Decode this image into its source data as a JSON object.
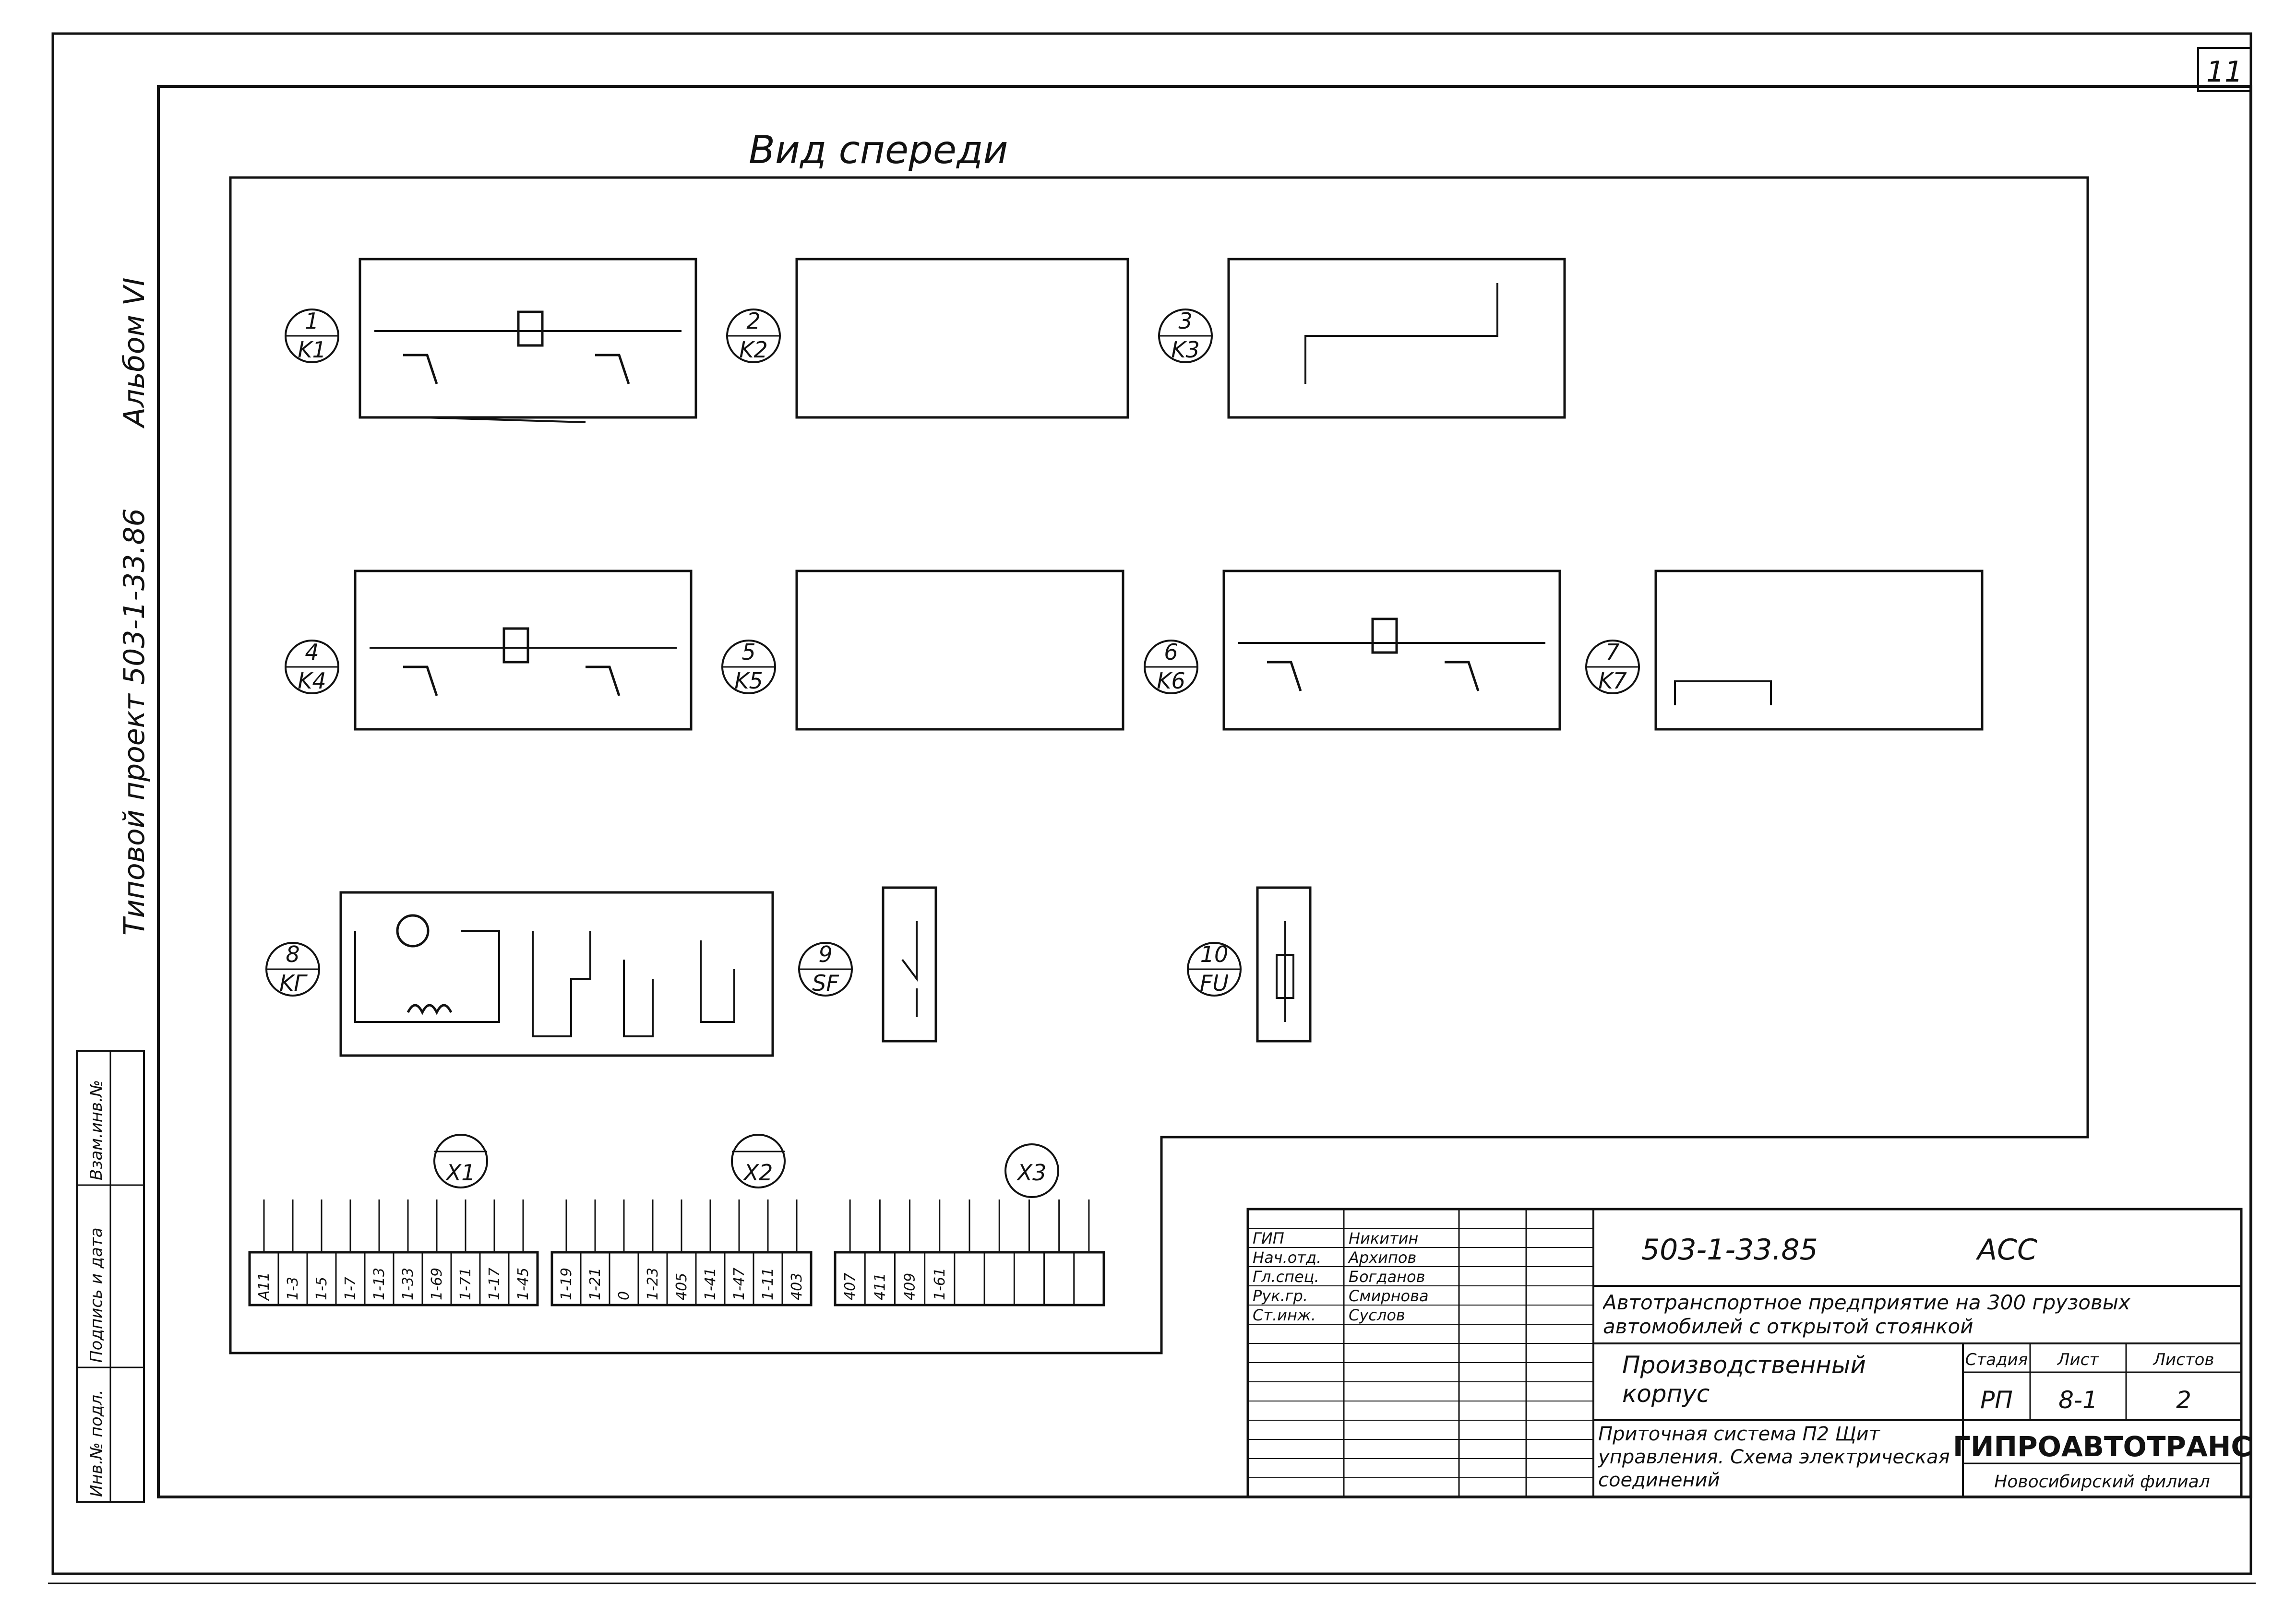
{
  "sheet_number": "11",
  "view_title": "Вид спереди",
  "side_text": {
    "project": "Типовой проект 503-1-33.86",
    "album": "Альбом VI",
    "stamp_cells": [
      "Инв.№ подл.",
      "Подпись и дата",
      "Взам.инв.№"
    ]
  },
  "devices": [
    {
      "num": "1",
      "tag": "K1"
    },
    {
      "num": "2",
      "tag": "K2"
    },
    {
      "num": "3",
      "tag": "K3"
    },
    {
      "num": "4",
      "tag": "K4"
    },
    {
      "num": "5",
      "tag": "K5"
    },
    {
      "num": "6",
      "tag": "K6"
    },
    {
      "num": "7",
      "tag": "K7"
    },
    {
      "num": "8",
      "tag": "KГ"
    },
    {
      "num": "9",
      "tag": "SF"
    },
    {
      "num": "10",
      "tag": "FU"
    }
  ],
  "terminal_blocks": [
    {
      "tag": "X1",
      "cells": [
        "A11",
        "1-3",
        "1-5",
        "1-7",
        "1-13",
        "1-33",
        "1-69",
        "1-71",
        "1-17",
        "1-45"
      ]
    },
    {
      "tag": "X2",
      "cells": [
        "1-19",
        "1-21",
        "0",
        "1-23",
        "405",
        "1-41",
        "1-47",
        "1-11",
        "403"
      ]
    },
    {
      "tag": "X3",
      "cells": [
        "407",
        "411",
        "409",
        "1-61",
        "",
        "",
        "",
        "",
        ""
      ]
    }
  ],
  "title_block": {
    "designation": "503-1-33.85",
    "mark": "АСС",
    "object": "Автотранспортное предприятие на 300 грузовых автомобилей с открытой стоянкой",
    "building": "Производственный корпус",
    "drawing": "Приточная система П2 Щит управления. Схема электрическая соединений",
    "stage_header": "Стадия",
    "sheet_header": "Лист",
    "sheets_header": "Листов",
    "stage": "РП",
    "sheet": "8-1",
    "sheets": "2",
    "org": "ГИПРОАВТОТРАНС",
    "branch": "Новосибирский филиал",
    "roles": [
      {
        "role": "ГИП",
        "name": "Никитин"
      },
      {
        "role": "Нач.отд.",
        "name": "Архипов"
      },
      {
        "role": "Гл.спец.",
        "name": "Богданов"
      },
      {
        "role": "Рук.гр.",
        "name": "Смирнова"
      },
      {
        "role": "Ст.инж.",
        "name": "Суслов"
      }
    ]
  }
}
